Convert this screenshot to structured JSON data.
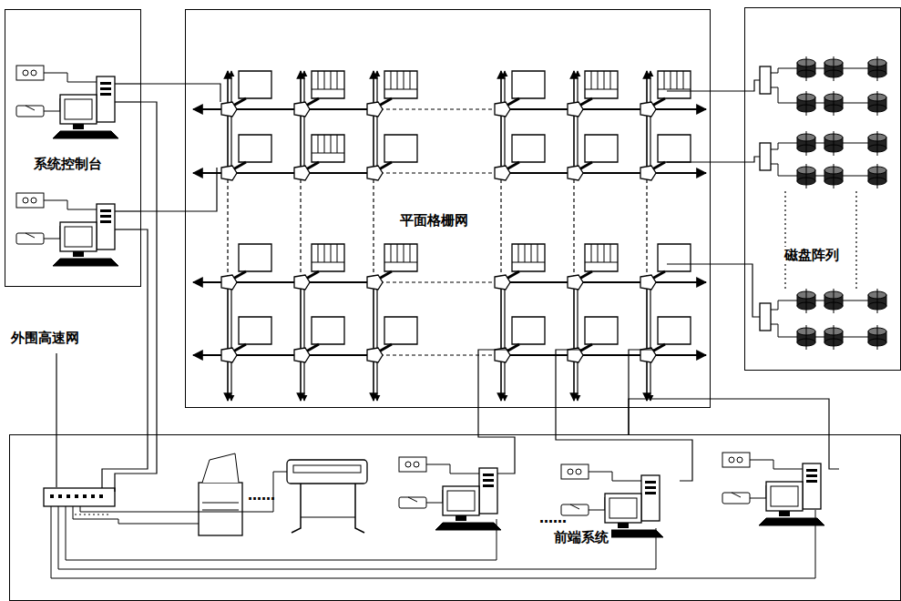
{
  "diagram": {
    "nodes": [
      {
        "text": [
          "系统控制台"
        ]
      },
      {
        "text": [
          "平面格栅网"
        ]
      },
      {
        "text": [
          "磁盘阵列"
        ]
      },
      {
        "text": [
          "前端系统"
        ]
      }
    ],
    "edges": [
      {
        "from": 0,
        "to": 1,
        "arrow": "none"
      },
      {
        "from": 0,
        "to": 1,
        "arrow": "none"
      },
      {
        "from": 1,
        "to": 2,
        "arrow": "none"
      },
      {
        "from": 1,
        "to": 2,
        "arrow": "none"
      },
      {
        "from": 1,
        "to": 2,
        "arrow": "none"
      },
      {
        "from": 1,
        "to": 3,
        "arrow": "none"
      },
      {
        "from": 1,
        "to": 3,
        "arrow": "none"
      },
      {
        "from": 1,
        "to": 3,
        "arrow": "none"
      },
      {
        "from": 0,
        "to": 3,
        "arrow": "none"
      },
      {
        "from": 0,
        "to": 3,
        "arrow": "none"
      }
    ],
    "labels": [
      "外围高速网",
      "……",
      "……"
    ]
  }
}
